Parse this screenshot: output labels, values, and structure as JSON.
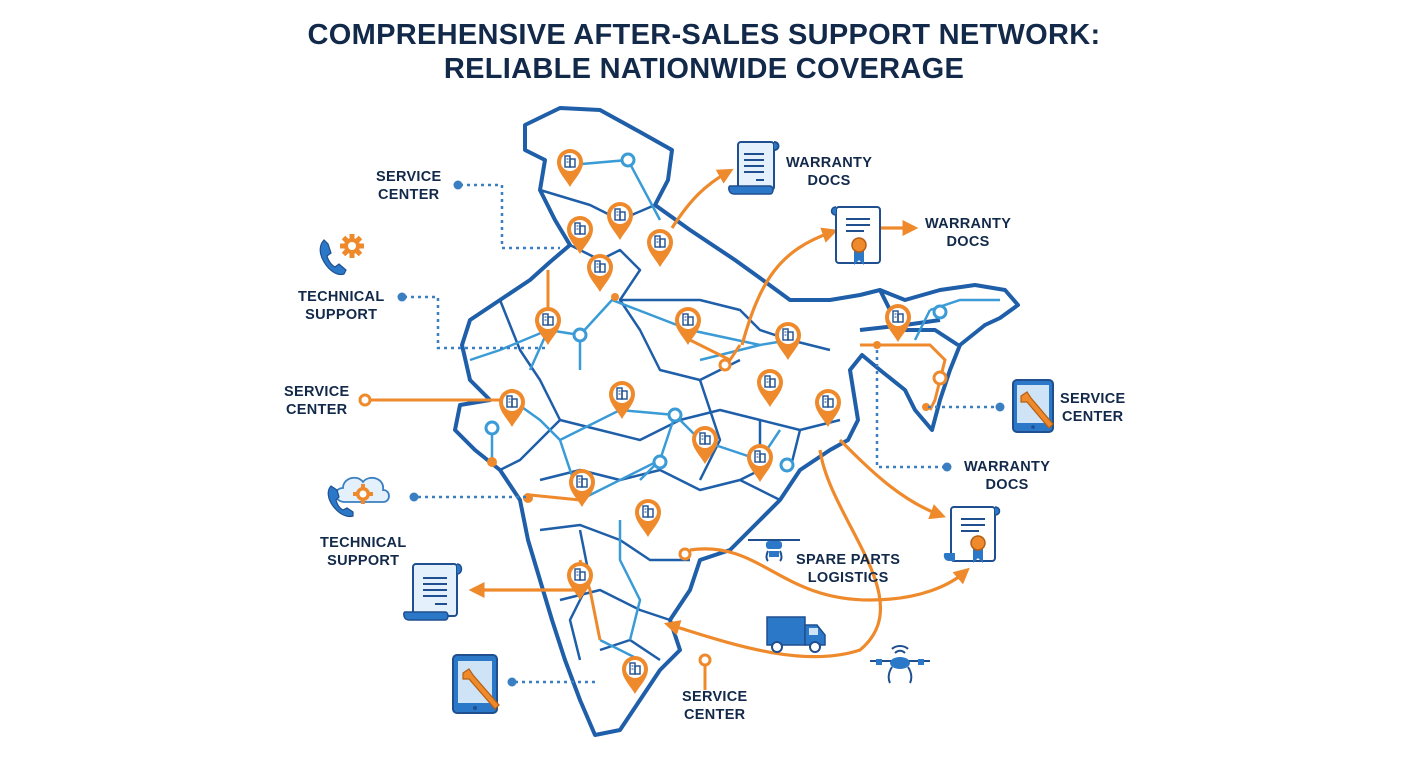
{
  "title": {
    "line1": "COMPREHENSIVE AFTER-SALES SUPPORT NETWORK:",
    "line2": "RELIABLE NATIONWIDE COVERAGE"
  },
  "colors": {
    "navy_text": "#12294a",
    "map_outline": "#1f5ea8",
    "network_line": "#3a9bd6",
    "accent_orange": "#ef8a2c",
    "doc_fill": "#e4f0fb"
  },
  "callouts": [
    {
      "id": "service-center-north-west",
      "line1": "SERVICE",
      "line2": "CENTER",
      "icon": "none"
    },
    {
      "id": "technical-support-phone",
      "line1": "TECHNICAL",
      "line2": "SUPPORT",
      "icon": "phone-gear-icon"
    },
    {
      "id": "service-center-west",
      "line1": "SERVICE",
      "line2": "CENTER",
      "icon": "none"
    },
    {
      "id": "technical-support-cloud",
      "line1": "TECHNICAL",
      "line2": "SUPPORT",
      "icon": "cloud-phone-gear-icon"
    },
    {
      "id": "warranty-docs-top",
      "line1": "WARRANTY",
      "line2": "DOCS",
      "icon": "scroll-document-icon"
    },
    {
      "id": "warranty-docs-certificate",
      "line1": "WARRANTY",
      "line2": "DOCS",
      "icon": "certificate-icon"
    },
    {
      "id": "service-center-east",
      "line1": "SERVICE",
      "line2": "CENTER",
      "icon": "tablet-wrench-icon"
    },
    {
      "id": "warranty-docs-east",
      "line1": "WARRANTY",
      "line2": "DOCS",
      "icon": "none"
    },
    {
      "id": "spare-parts-logistics",
      "line1": "SPARE PARTS",
      "line2": "LOGISTICS",
      "icon": "drone-icon"
    },
    {
      "id": "service-center-south",
      "line1": "SERVICE",
      "line2": "CENTER",
      "icon": "none"
    }
  ],
  "extra_icons": [
    "scroll-document-icon",
    "tablet-wrench-icon",
    "certificate-icon",
    "delivery-truck-icon",
    "drone-icon"
  ],
  "pins": {
    "icon": "building-icon",
    "count": 20
  }
}
